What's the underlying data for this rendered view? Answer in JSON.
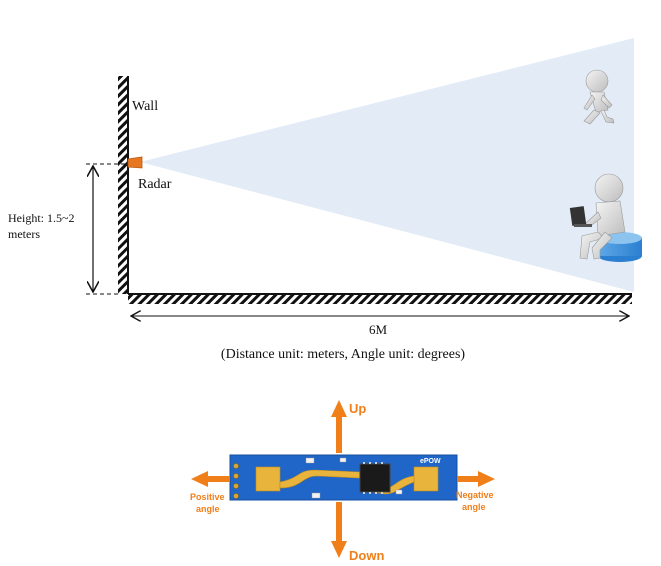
{
  "scene": {
    "wall_label": "Wall",
    "radar_label": "Radar",
    "height_label_line1": "Height: 1.5~2",
    "height_label_line2": "meters",
    "distance_label": "6M",
    "units_caption": "(Distance unit: meters, Angle unit: degrees)"
  },
  "module": {
    "up_label": "Up",
    "down_label": "Down",
    "positive_label_line1": "Positive",
    "positive_label_line2": "angle",
    "negative_label_line1": "Negative",
    "negative_label_line2": "angle",
    "board_text": "ePOW"
  },
  "colors": {
    "beam": "#e3ecf6",
    "radar": "#e87722",
    "arrow_orange": "#f07f1a",
    "pcb_blue": "#1f66c8",
    "pad_gold": "#e8b43c"
  }
}
